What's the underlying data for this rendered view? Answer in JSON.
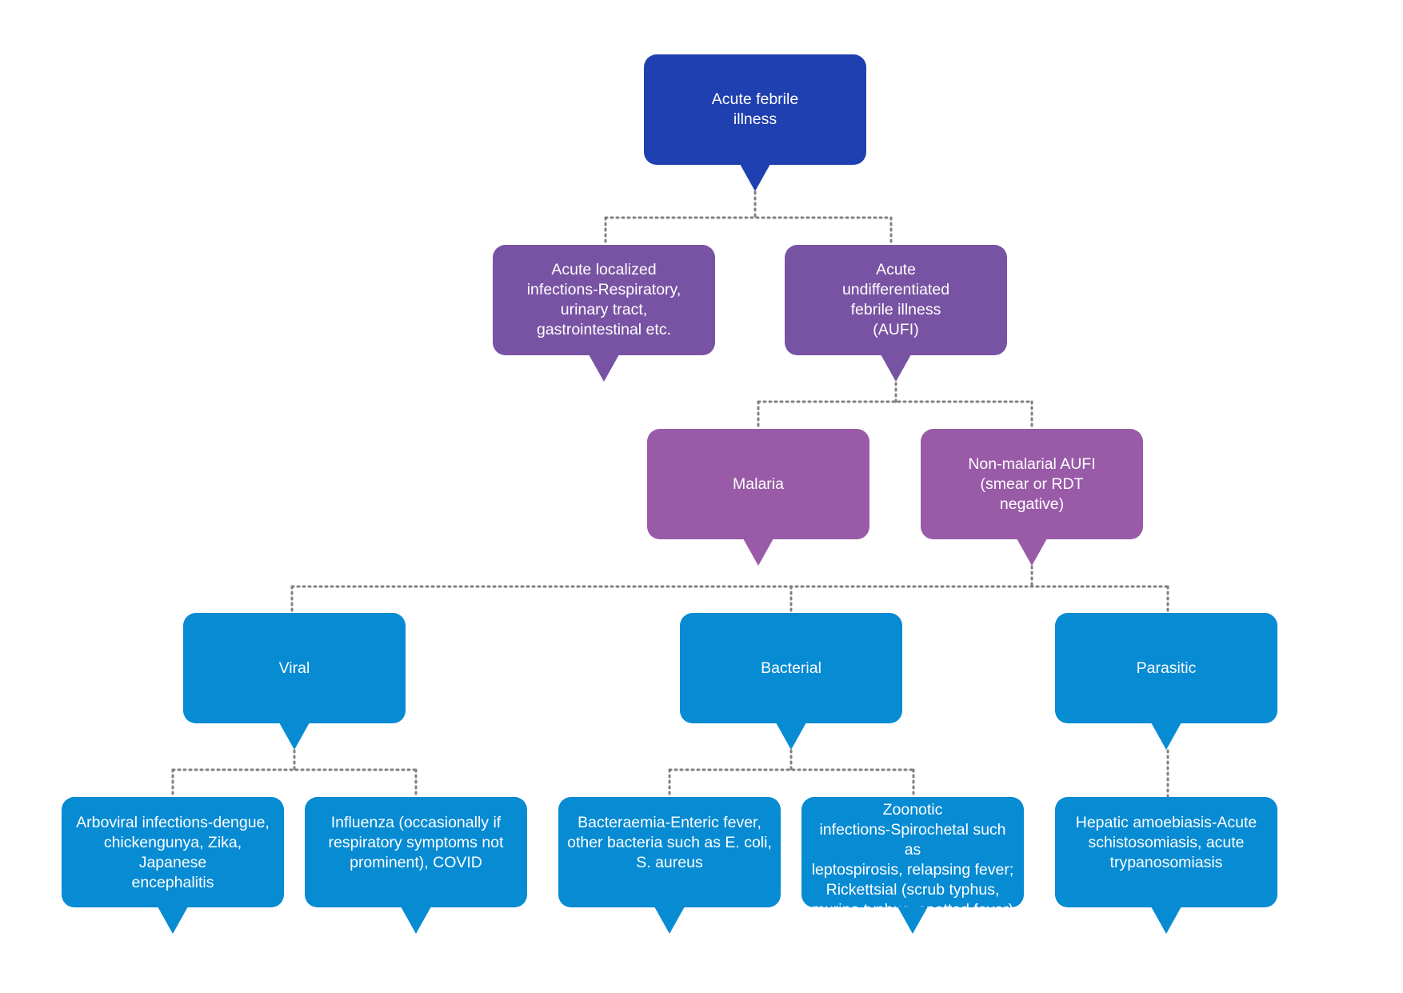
{
  "colors": {
    "root": "#1f40b0",
    "level1": "#7853a3",
    "level2": "#995ba8",
    "level3": "#078bd3",
    "connector": "#808080"
  },
  "nodes": {
    "root": "Acute febrile\nillness",
    "localized": "Acute localized\ninfections-Respiratory,\nurinary tract,\ngastrointestinal etc.",
    "aufi": "Acute\nundifferentiated\nfebrile illness\n(AUFI)",
    "malaria": "Malaria",
    "non_malarial": "Non-malarial AUFI\n(smear or RDT\nnegative)",
    "viral": "Viral",
    "bacterial": "Bacterial",
    "parasitic": "Parasitic",
    "arboviral": "Arboviral infections-dengue,\nchickengunya, Zika, Japanese\nencephalitis",
    "influenza": "Influenza (occasionally if\nrespiratory symptoms not\nprominent), COVID",
    "bacteraemia": "Bacteraemia-Enteric fever,\nother bacteria such as E. coli,\nS. aureus",
    "zoonotic": "Zoonotic\ninfections-Spirochetal such as\nleptospirosis, relapsing fever;\nRickettsial (scrub typhus,\nmurine typhus, spotted fever)",
    "hepatic": "Hepatic amoebiasis-Acute\nschistosomiasis, acute\ntrypanosomiasis"
  }
}
